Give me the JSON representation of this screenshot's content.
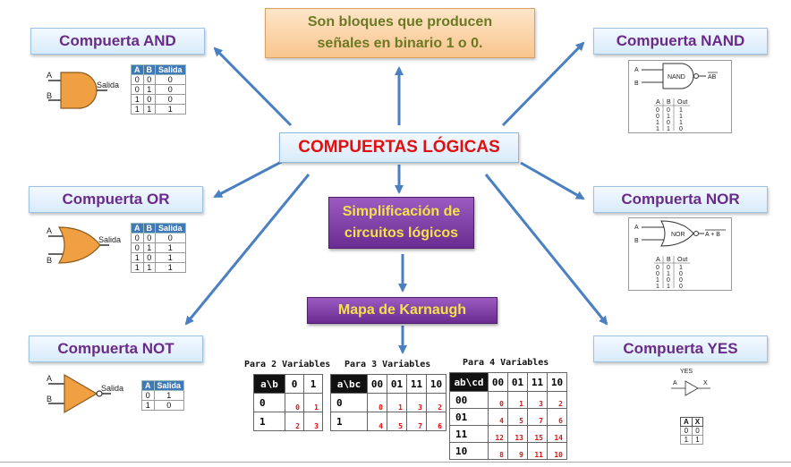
{
  "top_box": {
    "line1": "Son bloques que producen",
    "line2": "señales en binario 1 o 0."
  },
  "center_title": "COMPUERTAS LÓGICAS",
  "simplification": {
    "line1": "Simplificación de",
    "line2": "circuitos lógicos"
  },
  "karnaugh": "Mapa de Karnaugh",
  "gates": {
    "and": "Compuerta  AND",
    "or": "Compuerta  OR",
    "not": "Compuerta  NOT",
    "nand": "Compuerta  NAND",
    "nor": "Compuerta  NOR",
    "yes": "Compuerta  YES"
  },
  "and_table": {
    "headers": [
      "A",
      "B",
      "Salida"
    ],
    "rows": [
      [
        "0",
        "0",
        "0"
      ],
      [
        "0",
        "1",
        "0"
      ],
      [
        "1",
        "0",
        "0"
      ],
      [
        "1",
        "1",
        "1"
      ]
    ]
  },
  "or_table": {
    "headers": [
      "A",
      "B",
      "Salida"
    ],
    "rows": [
      [
        "0",
        "0",
        "0"
      ],
      [
        "0",
        "1",
        "1"
      ],
      [
        "1",
        "0",
        "1"
      ],
      [
        "1",
        "1",
        "1"
      ]
    ]
  },
  "not_table": {
    "headers": [
      "A",
      "Salida"
    ],
    "rows": [
      [
        "0",
        "1"
      ],
      [
        "1",
        "0"
      ]
    ]
  },
  "symbols": {
    "in_a": "A",
    "in_b": "B",
    "out": "Salida",
    "nand_label": "NAND",
    "nand_out": "AB",
    "nor_label": "NOR",
    "nor_out": "A + B",
    "yes_label": "YES"
  },
  "nand_small": {
    "headers": [
      "A",
      "B",
      "Out"
    ],
    "rows": [
      [
        "0",
        "0",
        "1"
      ],
      [
        "0",
        "1",
        "1"
      ],
      [
        "1",
        "0",
        "1"
      ],
      [
        "1",
        "1",
        "0"
      ]
    ]
  },
  "nor_small": {
    "headers": [
      "A",
      "B",
      "Out"
    ],
    "rows": [
      [
        "0",
        "0",
        "1"
      ],
      [
        "0",
        "1",
        "0"
      ],
      [
        "1",
        "0",
        "0"
      ],
      [
        "1",
        "1",
        "0"
      ]
    ]
  },
  "yes_small": {
    "headers": [
      "A",
      "X"
    ],
    "rows": [
      [
        "0",
        "0"
      ],
      [
        "1",
        "1"
      ]
    ]
  },
  "kmap2": {
    "title": "Para 2 Variables",
    "corner": "a\\b",
    "cols": [
      "0",
      "1"
    ],
    "rows": [
      "0",
      "1"
    ],
    "cells": [
      [
        "0",
        "1"
      ],
      [
        "2",
        "3"
      ]
    ]
  },
  "kmap3": {
    "title": "Para 3 Variables",
    "corner": "a\\bc",
    "cols": [
      "00",
      "01",
      "11",
      "10"
    ],
    "rows": [
      "0",
      "1"
    ],
    "cells": [
      [
        "0",
        "1",
        "3",
        "2"
      ],
      [
        "4",
        "5",
        "7",
        "6"
      ]
    ]
  },
  "kmap4": {
    "title": "Para 4 Variables",
    "corner": "ab\\cd",
    "cols": [
      "00",
      "01",
      "11",
      "10"
    ],
    "rows": [
      "00",
      "01",
      "11",
      "10"
    ],
    "cells": [
      [
        "0",
        "1",
        "3",
        "2"
      ],
      [
        "4",
        "5",
        "7",
        "6"
      ],
      [
        "12",
        "13",
        "15",
        "14"
      ],
      [
        "8",
        "9",
        "11",
        "10"
      ]
    ]
  },
  "colors": {
    "arrow": "#4a7fc1",
    "gate_text": "#6a2a8a",
    "center_text": "#e01010",
    "purple": "#6b2c92",
    "yellow_text": "#f5e24a"
  }
}
